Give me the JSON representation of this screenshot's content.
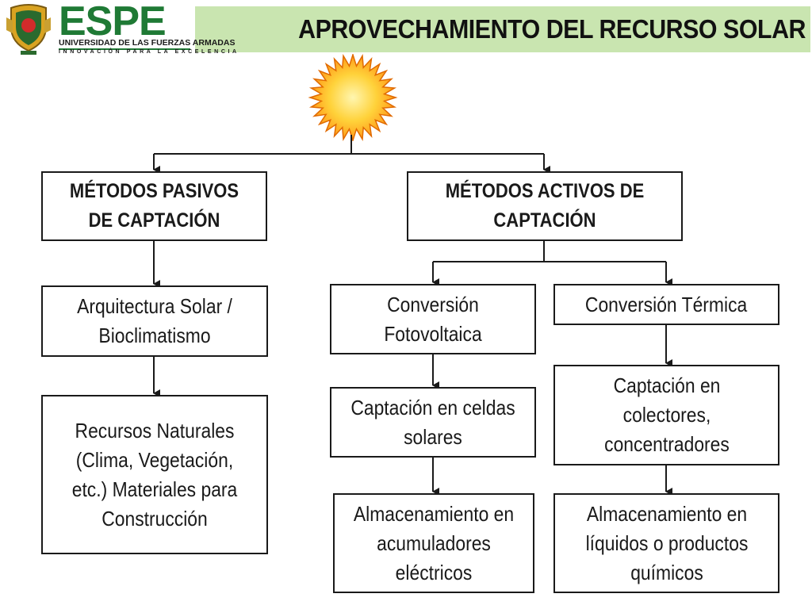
{
  "header": {
    "title": "APROVECHAMIENTO DEL RECURSO SOLAR",
    "accent_color": "#c9e5b0"
  },
  "logo": {
    "wordmark": "ESPE",
    "university": "UNIVERSIDAD DE LAS FUERZAS ARMADAS",
    "tagline": "INNOVACIÓN PARA LA EXCELENCIA",
    "brand_color": "#1f7a35"
  },
  "diagram": {
    "sun_icon": "sun-icon",
    "passive": {
      "title": "MÉTODOS PASIVOS DE CAPTACIÓN",
      "step1": "Arquitectura Solar / Bioclimatismo",
      "step2": "Recursos Naturales (Clima, Vegetación, etc.) Materiales para Construcción"
    },
    "active": {
      "title": "MÉTODOS ACTIVOS DE CAPTACIÓN",
      "photovoltaic": {
        "title": "Conversión Fotovoltaica",
        "capture": "Captación en celdas solares",
        "storage": "Almacenamiento en acumuladores eléctricos"
      },
      "thermal": {
        "title": "Conversión Térmica",
        "capture": "Captación en colectores, concentradores",
        "storage": "Almacenamiento en líquidos o productos químicos"
      }
    }
  }
}
